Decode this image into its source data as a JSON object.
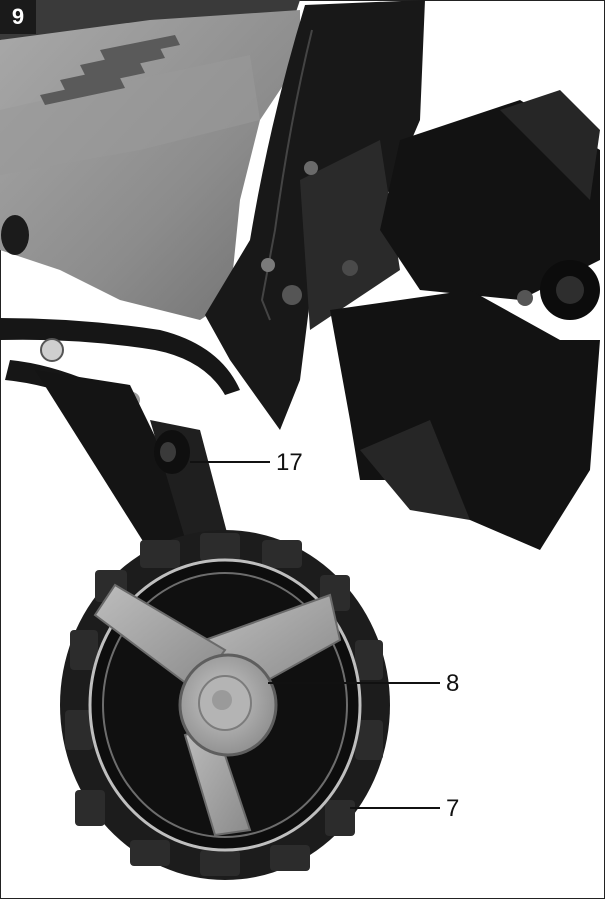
{
  "figure": {
    "number": "9"
  },
  "callouts": [
    {
      "label": "17"
    },
    {
      "label": "8"
    },
    {
      "label": "7"
    }
  ],
  "colors": {
    "housing": "#8f8f8f",
    "metal_black": "#151515",
    "hub_grey": "#a4a4a4",
    "tire": "#1c1c1c"
  }
}
